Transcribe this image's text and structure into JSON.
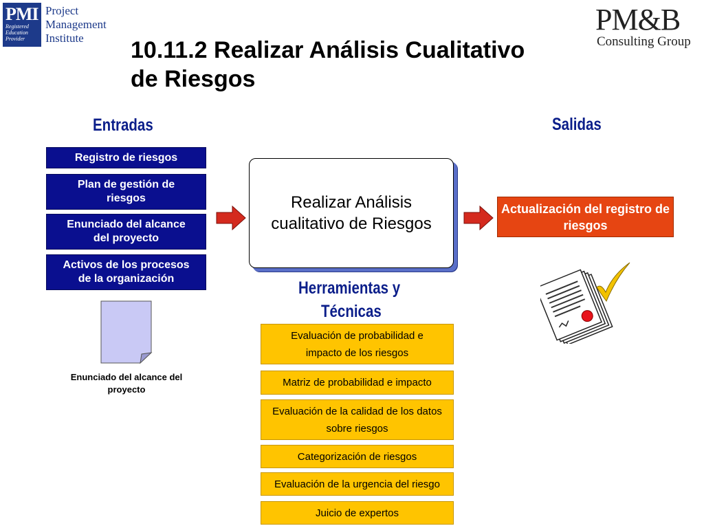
{
  "logos": {
    "pmi": {
      "mark": "PMI",
      "badge_lines": [
        "Registered",
        "Education",
        "Provider"
      ],
      "name_lines": [
        "Project",
        "Management",
        "Institute"
      ]
    },
    "pmb": {
      "main": "PM&B",
      "sub": "Consulting Group"
    }
  },
  "title": {
    "line1": "10.11.2 Realizar Análisis Cualitativo",
    "line2": "de Riesgos"
  },
  "headings": {
    "inputs": "Entradas",
    "outputs": "Salidas",
    "tools_line1": "Herramientas y",
    "tools_line2": "Técnicas"
  },
  "inputs": [
    "Registro de riesgos",
    "Plan de gestión de riesgos",
    "Enunciado del alcance del proyecto",
    "Activos de los procesos de la organización"
  ],
  "process": {
    "label": "Realizar Análisis cualitativo de Riesgos"
  },
  "outputs": [
    "Actualización del registro de riesgos"
  ],
  "document_caption": "Enunciado del alcance del proyecto",
  "tools": [
    "Evaluación de probabilidad e impacto de los riesgos",
    "Matriz de probabilidad e impacto",
    "Evaluación de la calidad de los datos sobre riesgos",
    "Categorización de riesgos",
    "Evaluación de la urgencia del riesgo",
    "Juicio de expertos"
  ],
  "colors": {
    "input_box": "#0a0f8f",
    "heading": "#0b1e8a",
    "output_box": "#e64512",
    "tool_box": "#ffc400",
    "arrow": "#d42a1e"
  },
  "icons": {
    "arrow": "right-arrow-icon",
    "document": "document-icon",
    "certificate": "certificate-checkmark-icon"
  }
}
